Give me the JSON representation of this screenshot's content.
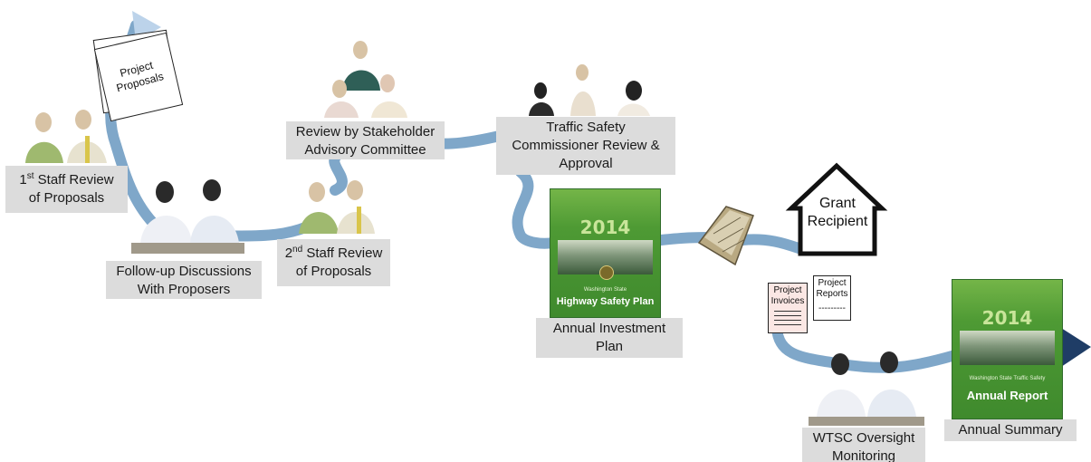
{
  "documents": {
    "project_proposals": "Project Proposals",
    "project_invoices": "Project Invoices",
    "project_reports": "Project Reports",
    "reports_dashes": "---------",
    "grant_recipient": "Grant Recipient"
  },
  "steps": {
    "first_review": {
      "ordinal": "1",
      "sup": "st",
      "line1": "Staff Review",
      "line2": "of Proposals"
    },
    "followup": {
      "line1": "Follow-up Discussions",
      "line2": "With Proposers"
    },
    "second_review": {
      "ordinal": "2",
      "sup": "nd",
      "line1": "Staff Review",
      "line2": "of Proposals"
    },
    "stakeholder": {
      "line1": "Review by Stakeholder",
      "line2": "Advisory Committee"
    },
    "commissioner": {
      "line1": "Traffic Safety",
      "line2": "Commissioner Review &",
      "line3": "Approval"
    },
    "investment": {
      "line1": "Annual Investment",
      "line2": "Plan"
    },
    "oversight": {
      "line1": "WTSC Oversight",
      "line2": "Monitoring"
    },
    "summary": {
      "line1": "Annual Summary"
    }
  },
  "covers": {
    "hsp": {
      "year": "2014",
      "small": "Washington State",
      "title": "Highway Safety Plan"
    },
    "annual": {
      "year": "2014",
      "small": "Washington State Traffic Safety",
      "title": "Annual Report"
    }
  },
  "colors": {
    "flow": "#7fa7c9",
    "flow_dark": "#1f3d66",
    "label_bg": "#dcdcdc",
    "cover_green": "#4e9a34"
  },
  "icons": [
    "flow-arrow-icon",
    "people-meeting-icon",
    "money-stack-icon",
    "house-icon",
    "document-icon"
  ]
}
